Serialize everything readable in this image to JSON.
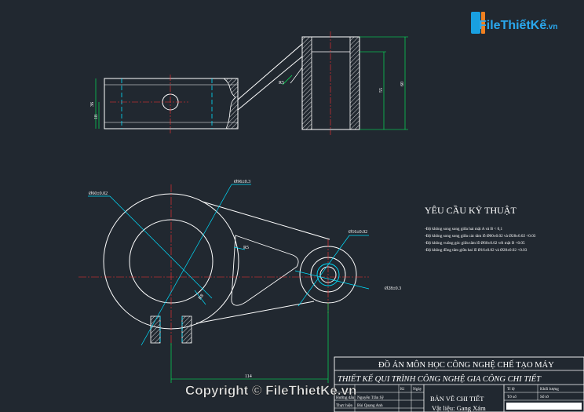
{
  "logo": {
    "brand": "FileThiếtKế",
    "suffix": ".vn"
  },
  "top_view": {
    "dim_36": "36",
    "dim_18": "18",
    "radius_label": "R5",
    "dim_55": "55",
    "dim_60": "60"
  },
  "front_view": {
    "dia_60": "Ø60±0.02",
    "dia_96": "Ø96±0.3",
    "dia_16": "Ø16±0.02",
    "dia_28": "Ø28±0.3",
    "radius_label": "R5",
    "angle_label": "R8",
    "dim_114": "114"
  },
  "requirements": {
    "title": "YÊU CẦU KỸ THUẬT",
    "lines": [
      "-Độ không song song giữa hai mặt A và B < 0,1",
      "-Độ không song song giữa các tâm lỗ Ø60±0.02 và Ø28±0.02 <0.03",
      "-Độ không vuông góc giữa tâm lỗ Ø60±0.02 với mặt B <0.05",
      "-Độ không đồng tâm giữa hai lỗ Ø16±0.02 và Ø28±0.02 <0.03"
    ]
  },
  "title_block": {
    "line1": "ĐỒ ÁN MÔN HỌC CÔNG NGHỆ CHẾ TẠO MÁY",
    "line2": "THIẾT KẾ QUI TRÌNH CÔNG NGHỆ GIA CÔNG CHI TIẾT",
    "drawing": "BẢN VẼ CHI TIẾT",
    "material": "Vật liệu: Gang Xám",
    "row_labels": [
      "Hướng dẫn",
      "Thực hiện"
    ],
    "row_names": [
      "Nguyễn Trần Sỹ",
      "Bùi Quang Anh"
    ],
    "col_labels": [
      "Tỉ lệ",
      "Khối lượng",
      "Tờ số",
      "Số tờ",
      "Kí",
      "Ngày"
    ]
  },
  "watermark": "Copyright © FileThietKe.vn"
}
